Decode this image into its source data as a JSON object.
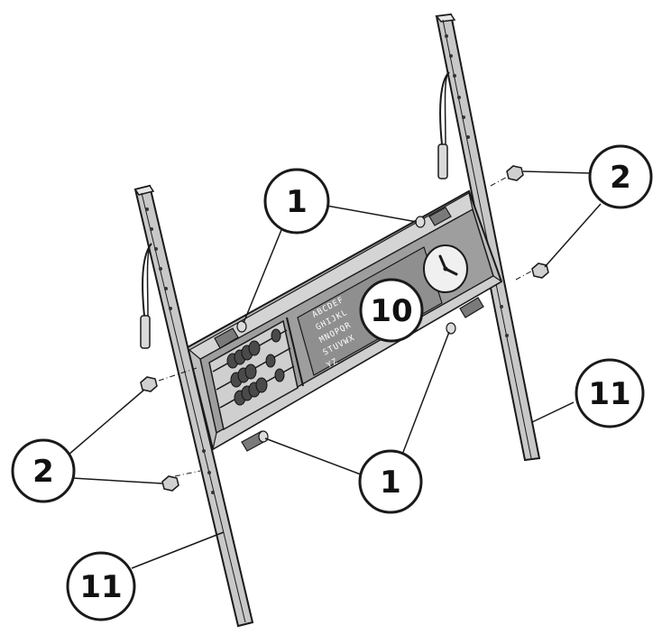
{
  "callouts": {
    "upper_bolts": "1",
    "lower_bolts": "1",
    "right_nuts": "2",
    "left_nuts": "2",
    "panel": "10",
    "right_post": "11",
    "left_post": "11"
  },
  "panel_letters": [
    "ABCDEF",
    "GHIJKL",
    "MNOPQR",
    "STUVWX",
    "YZ"
  ],
  "colors": {
    "line": "#1a1a1a",
    "frame": "#bfbfbf",
    "panel": "#a6a6a6",
    "clock_face": "#eeeeee",
    "callout_fill": "#ffffff"
  }
}
